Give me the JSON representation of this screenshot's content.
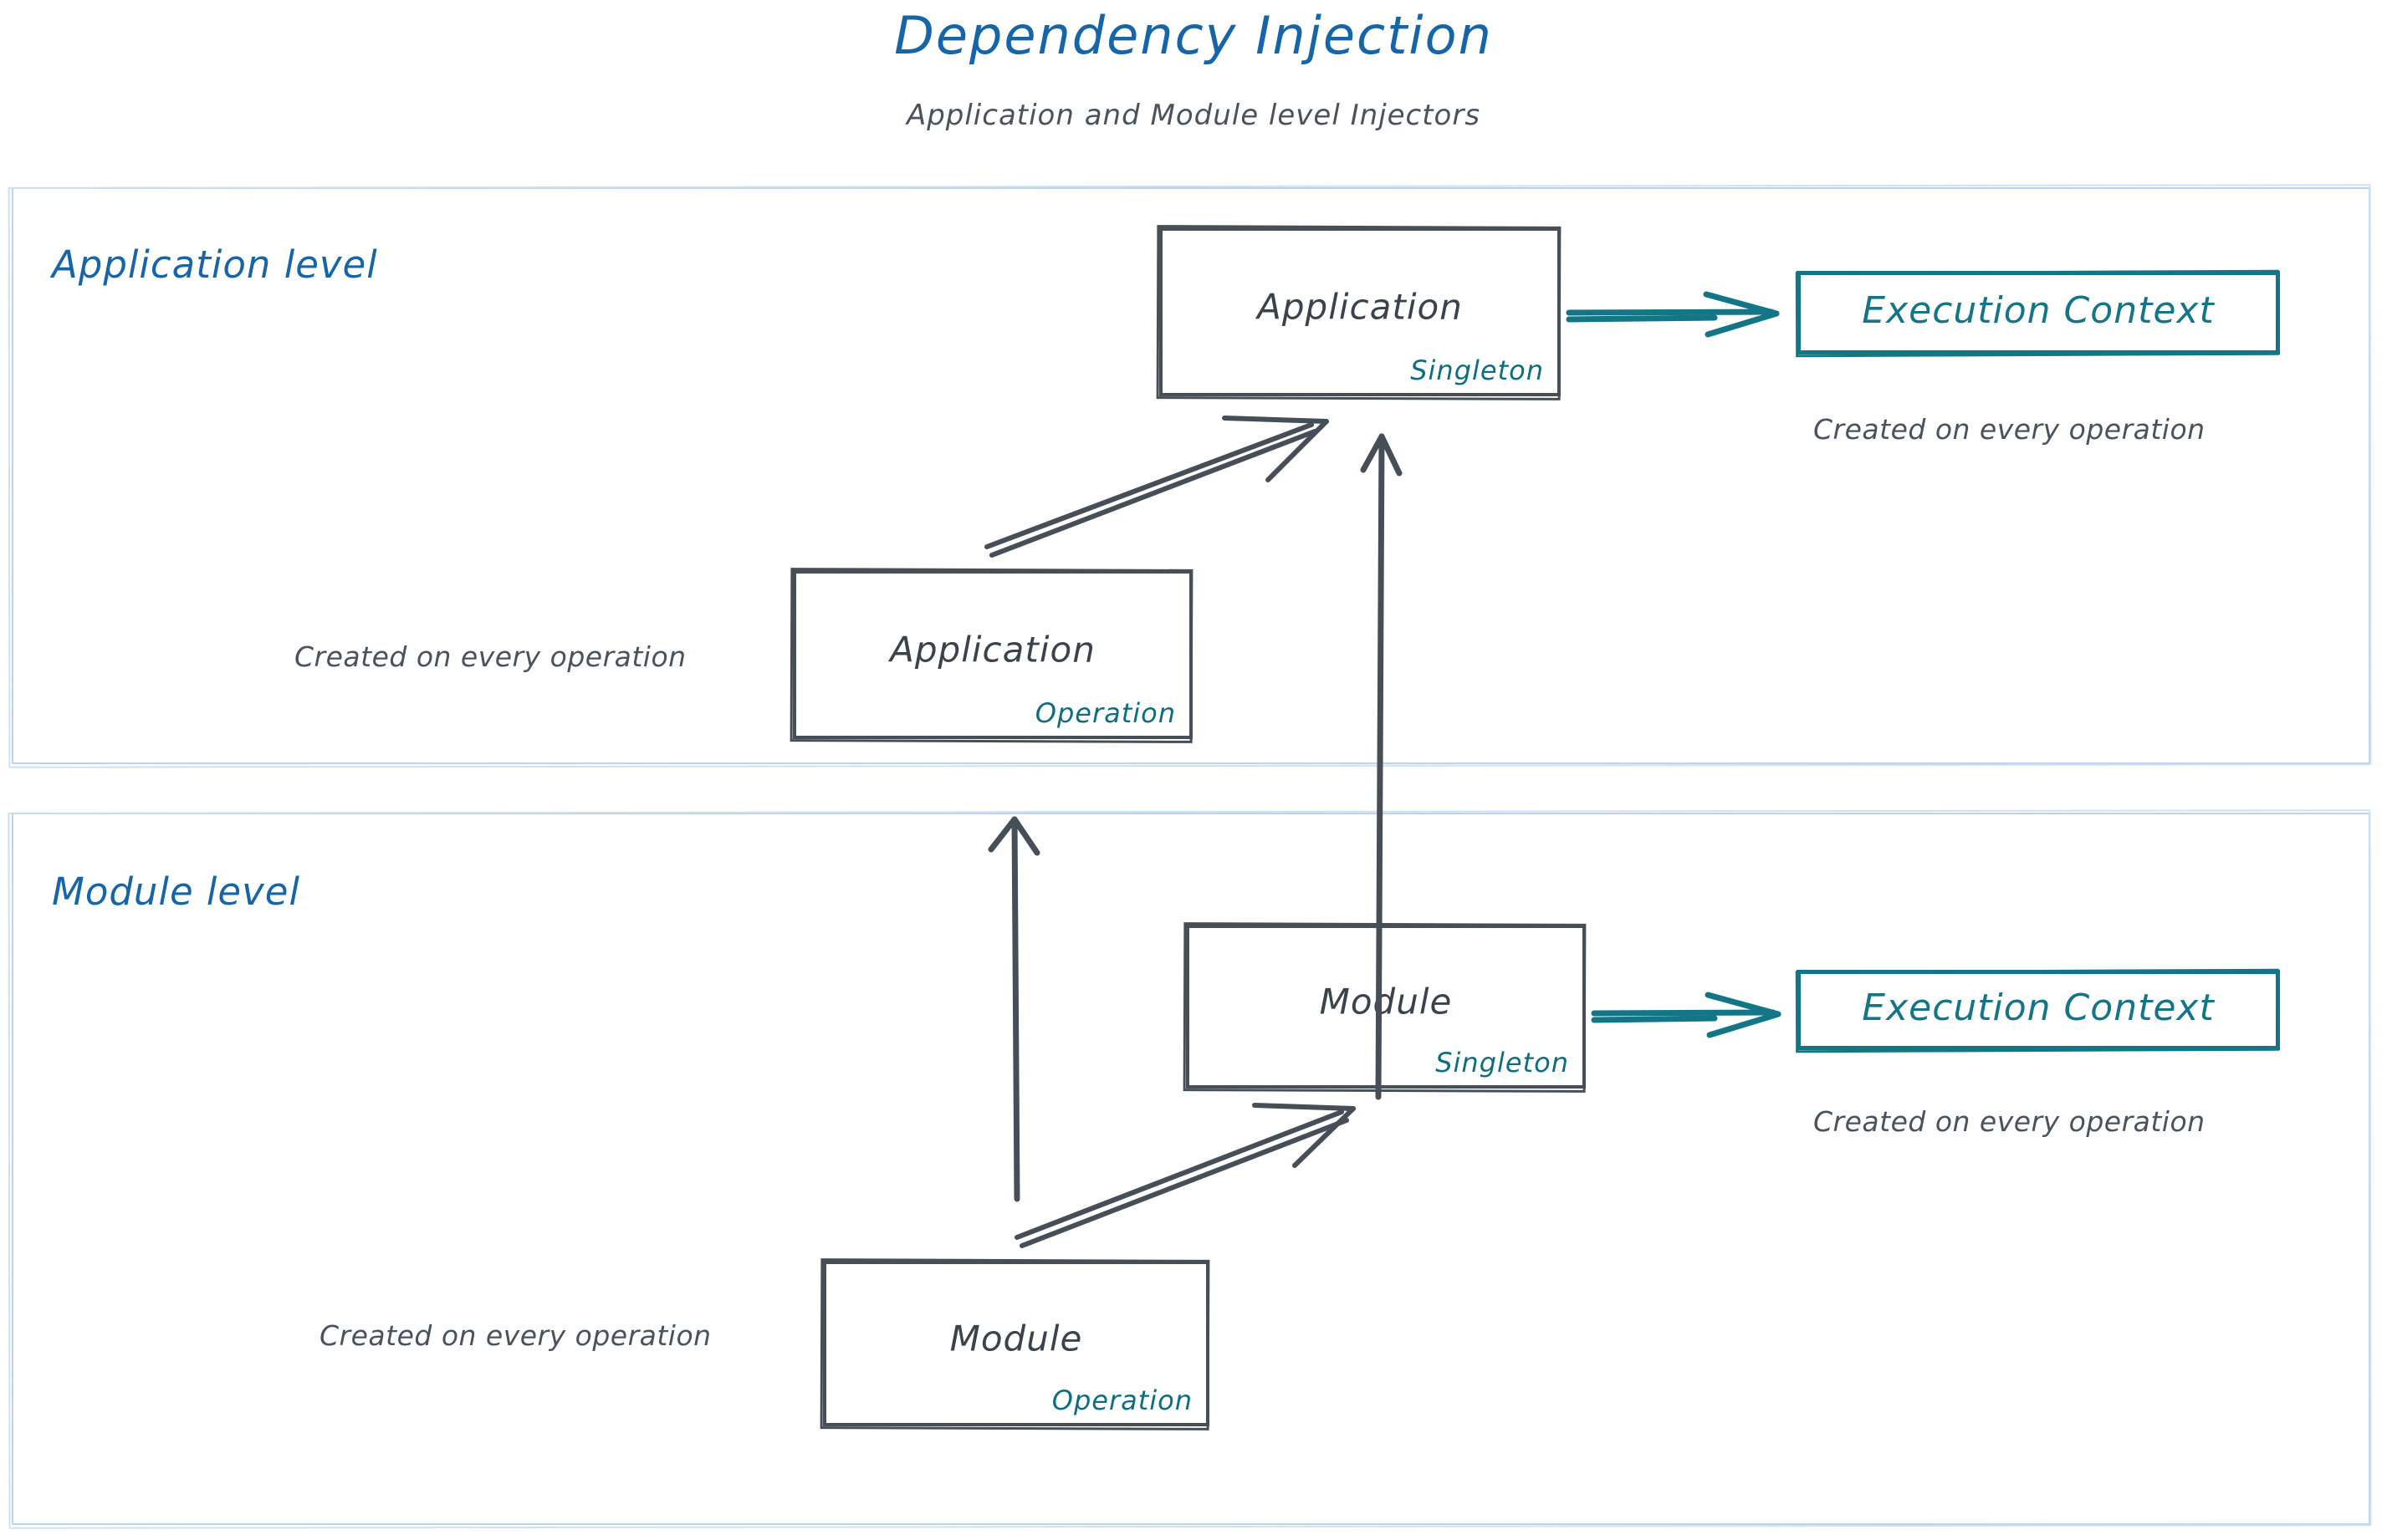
{
  "header": {
    "title": "Dependency Injection",
    "subtitle": "Application and Module level Injectors"
  },
  "colors": {
    "title_blue": "#1565a8",
    "panel_border": "#bcd3ea",
    "sketch_dark": "#464e58",
    "teal": "#137585",
    "scope_teal": "#0e6e7d",
    "caption_gray": "#4a525c"
  },
  "panels": [
    {
      "id": "application-level",
      "label": "Application level"
    },
    {
      "id": "module-level",
      "label": "Module level"
    }
  ],
  "application_level": {
    "singleton_box": {
      "title": "Application",
      "scope": "Singleton"
    },
    "operation_box": {
      "title": "Application",
      "scope": "Operation"
    },
    "execution_context": {
      "label": "Execution Context"
    },
    "execution_context_caption": "Created on every operation",
    "operation_caption": "Created on every operation"
  },
  "module_level": {
    "singleton_box": {
      "title": "Module",
      "scope": "Singleton"
    },
    "operation_box": {
      "title": "Module",
      "scope": "Operation"
    },
    "execution_context": {
      "label": "Execution Context"
    },
    "execution_context_caption": "Created on every operation",
    "operation_caption": "Created on every operation"
  }
}
